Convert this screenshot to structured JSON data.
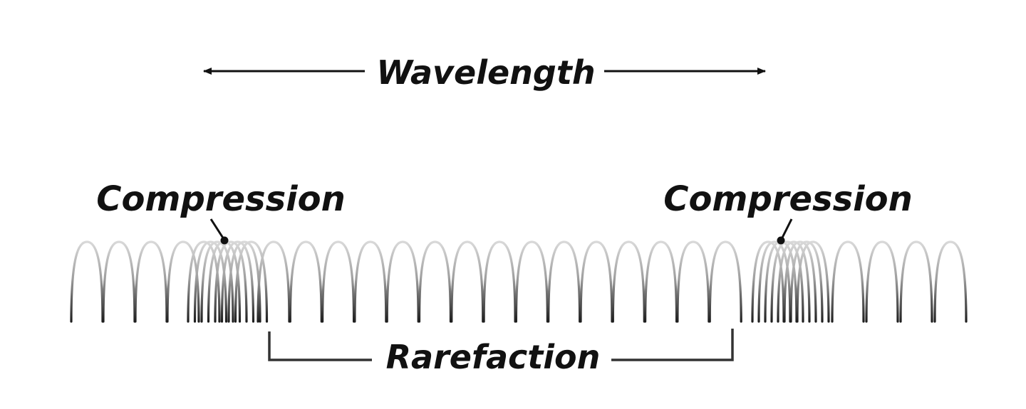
{
  "wavelength": {
    "label": "Wavelength"
  },
  "compressions": [
    {
      "label": "Compression"
    },
    {
      "label": "Compression"
    }
  ],
  "rarefaction": {
    "label": "Rarefaction"
  }
}
